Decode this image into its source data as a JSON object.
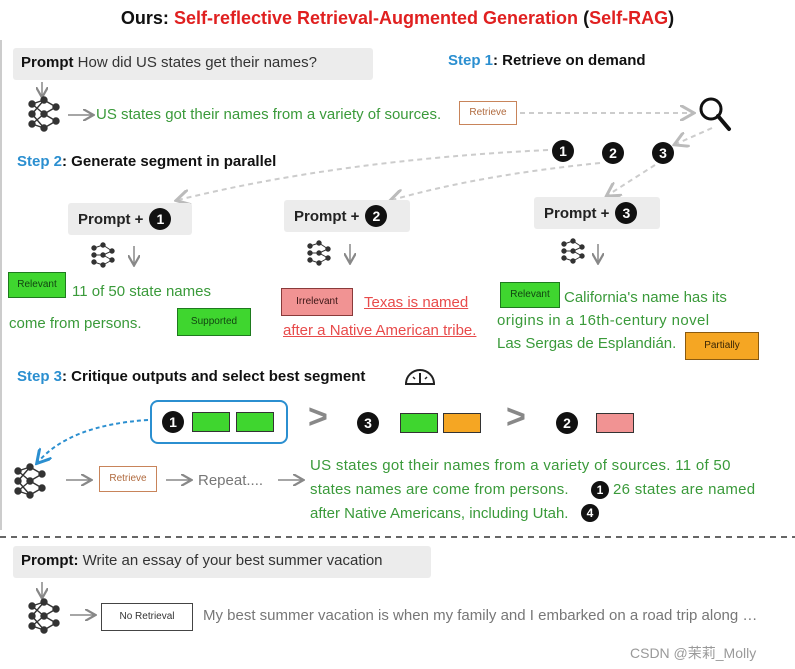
{
  "title": {
    "prefix": "Ours: ",
    "main": "Self-reflective Retrieval-Augmented Generation",
    "open": " (",
    "acronym": "Self-RAG",
    "close": ")"
  },
  "prompt1": {
    "label": "Prompt",
    "text": " How did US states get their names?"
  },
  "step1": {
    "num": "Step 1",
    "text": ": Retrieve on demand"
  },
  "line1": "US states got their names from a variety of sources.",
  "tags": {
    "retrieve": "Retrieve",
    "relevant": "Relevant",
    "irrelevant": "Irrelevant",
    "supported": "Supported",
    "partially": "Partially",
    "no_retrieval": "No Retrieval"
  },
  "step2": {
    "num": "Step 2",
    "text": ": Generate segment in parallel"
  },
  "numbers": {
    "n1": "1",
    "n2": "2",
    "n3": "3",
    "n4": "4"
  },
  "prompt_plus": "Prompt +",
  "seg1": {
    "l1": "11 of 50 state names",
    "l2": "come from persons."
  },
  "seg2": {
    "l1": "Texas is named",
    "l2": "after a Native American tribe."
  },
  "seg3": {
    "l1": "California's name has its",
    "l2": "origins in a 16th-century novel",
    "l3": "Las Sergas de Esplandián."
  },
  "step3": {
    "num": "Step 3",
    "text": ": Critique outputs and select best segment"
  },
  "gt": ">",
  "repeat": "Repeat....",
  "final": {
    "l1": "US states got their names from a variety of sources. 11 of 50",
    "l2a": "states names are come from persons.",
    "l2b": "26 states are named",
    "l3": "after Native Americans, including Utah."
  },
  "prompt2": {
    "label": "Prompt:",
    "text": " Write an essay of your best summer vacation"
  },
  "essay": "My best summer vacation is when my family and I embarked on a road trip along …",
  "watermark": "CSDN @茉莉_Molly"
}
